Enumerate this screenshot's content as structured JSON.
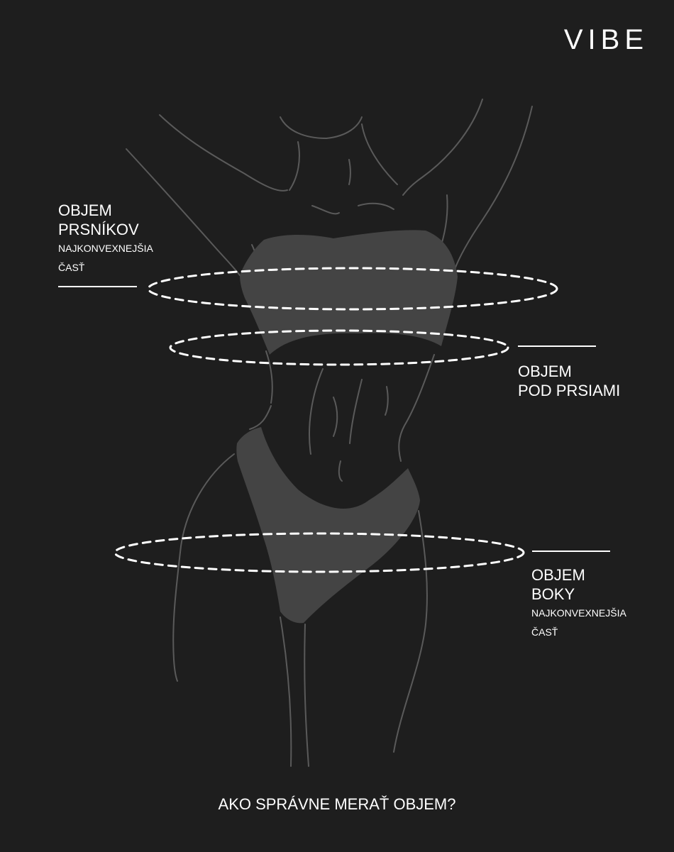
{
  "brand": "VIBE",
  "labels": {
    "bust": {
      "line1": "OBJEM",
      "line2": "PRSNÍKOV",
      "note1": "NAJKONVEXNEJŠIA",
      "note2": "ČASŤ"
    },
    "underbust": {
      "line1": "OBJEM",
      "line2": "POD PRSIAMI"
    },
    "hips": {
      "line1": "OBJEM",
      "line2": "BOKY",
      "note1": "NAJKONVEXNEJŠIA",
      "note2": "ČASŤ"
    }
  },
  "footer": "AKO SPRÁVNE MERAŤ OBJEM?",
  "colors": {
    "background": "#1e1e1e",
    "outline": "#5a5a5a",
    "garment": "#444444",
    "text": "#ffffff"
  },
  "icons": {
    "figure": "body-silhouette-icon"
  }
}
